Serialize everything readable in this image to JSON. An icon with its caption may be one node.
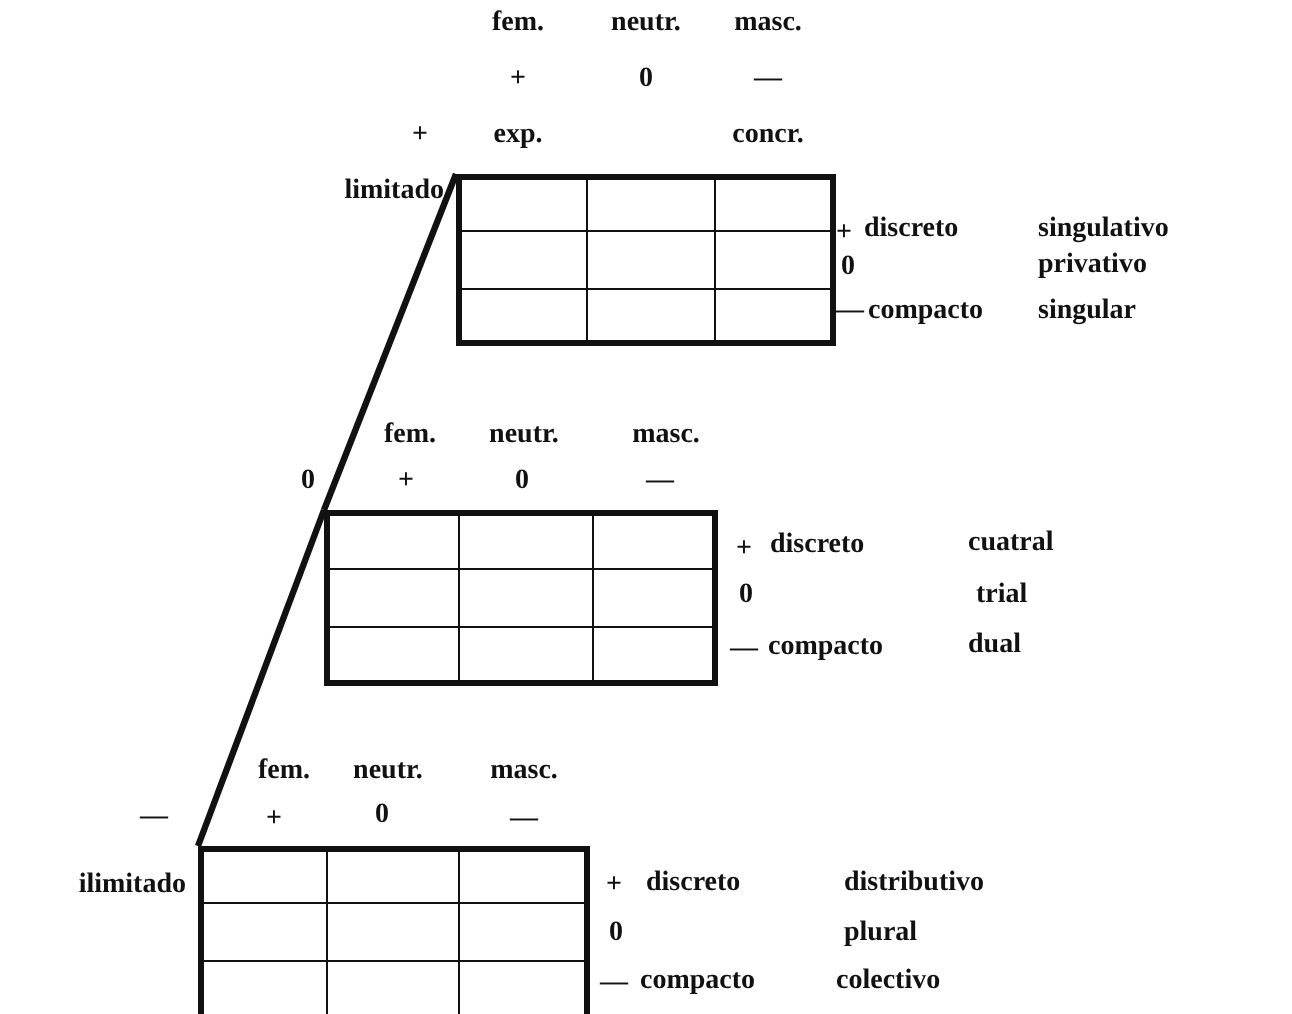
{
  "diagram": {
    "nodes": [
      {
        "text": [],
        "shape": "box"
      },
      {
        "text": [],
        "shape": "box"
      },
      {
        "text": [],
        "shape": "box"
      }
    ],
    "edges": [
      {
        "from": 0,
        "to": 1,
        "arrow": "none"
      },
      {
        "from": 1,
        "to": 2,
        "arrow": "none"
      }
    ],
    "labels": [
      "fem.",
      "neutr.",
      "masc.",
      "+",
      "0",
      "—",
      "+",
      "exp.",
      "concr.",
      "limitado",
      "+",
      "discreto",
      "singulativo",
      "0",
      "privativo",
      "—",
      "compacto",
      "singular",
      "fem.",
      "neutr.",
      "masc.",
      "0",
      "+",
      "0",
      "—",
      "+",
      "discreto",
      "cuatral",
      "0",
      "trial",
      "—",
      "compacto",
      "dual",
      "fem.",
      "neutr.",
      "masc.",
      "—",
      "+",
      "0",
      "—",
      "ilimitado",
      "+",
      "discreto",
      "distributivo",
      "0",
      "plural",
      "—",
      "compacto",
      "colectivo"
    ]
  }
}
